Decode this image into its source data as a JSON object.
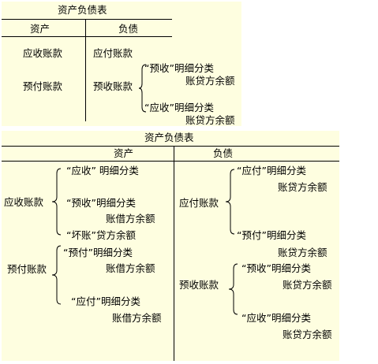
{
  "top_table": {
    "title": "资产负债表",
    "header_assets": "资产",
    "header_liabilities": "负债",
    "asset_receivable": "应收账款",
    "asset_prepaid": "预付账款",
    "liab_payable": "应付账款",
    "liab_unearned": "预收账款",
    "unearned_branch_1_line1": "“预收”明细分类",
    "unearned_branch_1_line2": "账贷方余额",
    "unearned_branch_2_line1": "“应收”明细分类",
    "unearned_branch_2_line2": "账贷方余额"
  },
  "bottom_table": {
    "title": "资产负债表",
    "header_assets": "资产",
    "header_liabilities": "负债",
    "asset_receivable": "应收账款",
    "recv_branch_1": "“应收” 明细分类",
    "recv_branch_2_line1": "“预收”明细分类",
    "recv_branch_2_line2": "账借方余额",
    "recv_branch_3": "“坏账”贷方余额",
    "asset_prepaid": "预付账款",
    "prep_branch_1_line1": "“预付”明细分类",
    "prep_branch_1_line2": "账借方余额",
    "prep_branch_2_line1": "“应付”明细分类",
    "prep_branch_2_line2": "账借方余额",
    "liab_payable": "应付账款",
    "pay_branch_1_line1": "“应付”明细分类",
    "pay_branch_1_line2": "账贷方余额",
    "pay_branch_2_line1": "“预付”明细分类",
    "pay_branch_2_line2": "账贷方余额",
    "liab_unearned": "预收账款",
    "unearned_branch_1_line1": "“预收”明细分类",
    "unearned_branch_1_line2": "账贷方余额",
    "unearned_branch_2_line1": "“应收”明细分类",
    "unearned_branch_2_line2": "账贷方余额"
  }
}
